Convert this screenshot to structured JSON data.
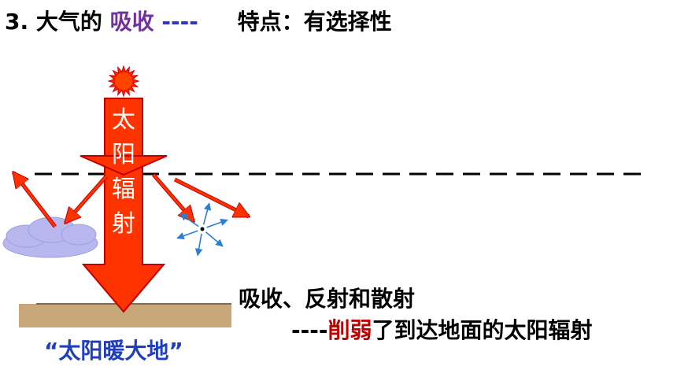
{
  "title": {
    "number": "3.",
    "prefix": "大气的",
    "highlight": "吸收",
    "dashes": "----",
    "feature": "特点：有选择性"
  },
  "arrow_label": [
    "太",
    "阳",
    "辐",
    "射"
  ],
  "caption": {
    "line1": "吸收、反射和散射",
    "line2_prefix": "----",
    "line2_highlight": "削弱",
    "line2_suffix": "了到达地面的太阳辐射"
  },
  "ground_label": "“太阳暖大地”",
  "colors": {
    "arrow_fill": "#ff3300",
    "arrow_stroke": "#c00000",
    "sun": "#ff2200",
    "cloud": "#b8b8ee",
    "ground": "#c8a878",
    "scatter_arrows": "#2a7fd4",
    "highlight_purple": "#7030a0",
    "highlight_red": "#c00000",
    "ground_label": "#1f3fbf"
  }
}
